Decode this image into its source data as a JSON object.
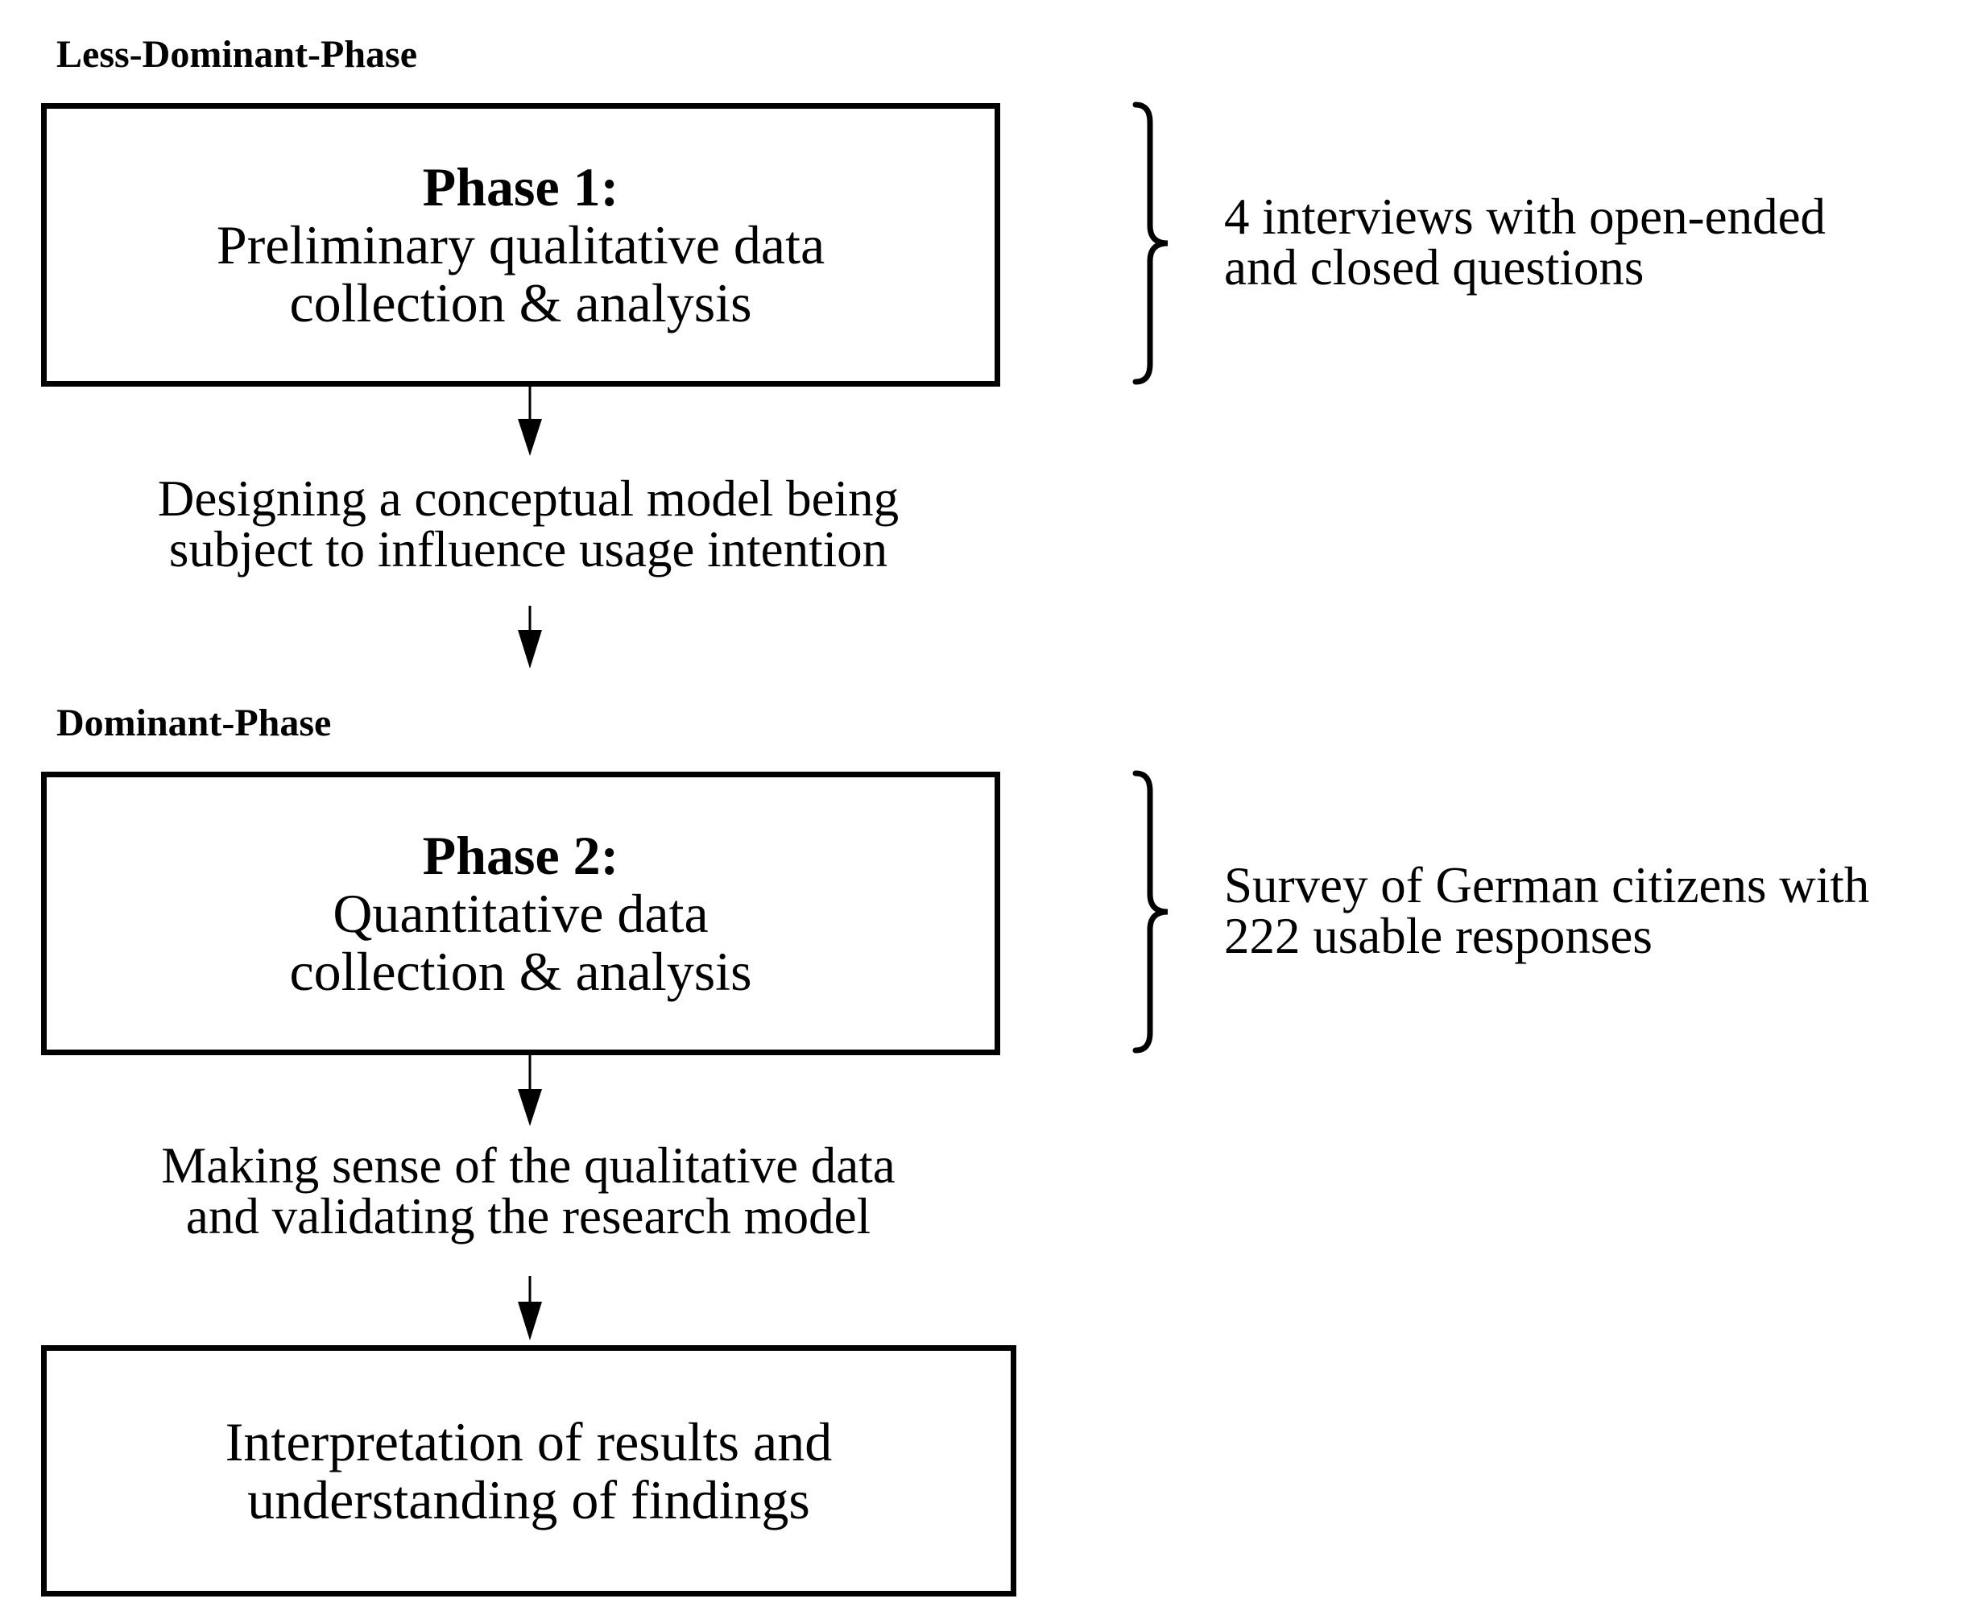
{
  "phases": {
    "less_dominant_label": "Less-Dominant-Phase",
    "dominant_label": "Dominant-Phase"
  },
  "phase1": {
    "title": "Phase 1:",
    "line1": "Preliminary qualitative data",
    "line2": "collection & analysis",
    "note_line1": "4 interviews with open-ended",
    "note_line2": "and closed questions"
  },
  "step1": {
    "line1": "Designing a conceptual model being",
    "line2": "subject to influence usage intention"
  },
  "phase2": {
    "title": "Phase 2:",
    "line1": "Quantitative data",
    "line2": "collection & analysis",
    "note_line1": "Survey of German citizens with",
    "note_line2": "222 usable responses"
  },
  "step2": {
    "line1": "Making sense of the qualitative data",
    "line2": "and validating the research model"
  },
  "final": {
    "line1": "Interpretation of results and",
    "line2": "understanding of findings"
  }
}
